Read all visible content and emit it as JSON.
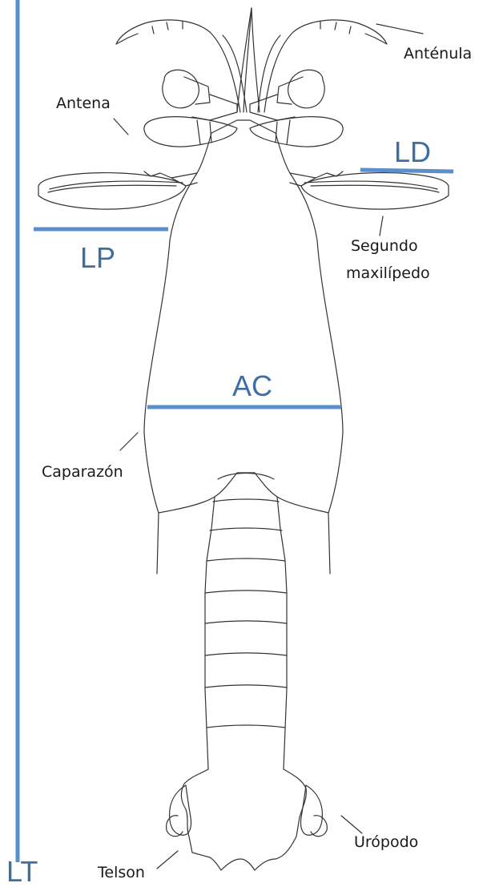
{
  "labels": {
    "antenula": "Anténula",
    "antena": "Antena",
    "segundo": "Segundo",
    "maxilipedo": "maxilípedo",
    "caparazon": "Caparazón",
    "telson": "Telson",
    "uropodo": "Urópodo"
  },
  "measurements": {
    "lt": "LT",
    "lp": "LP",
    "ld": "LD",
    "ac": "AC"
  },
  "colors": {
    "measure_line": "#5b8fcc",
    "measure_text": "#3d6fa5",
    "outline": "#333333",
    "text": "#1a1a1a"
  }
}
